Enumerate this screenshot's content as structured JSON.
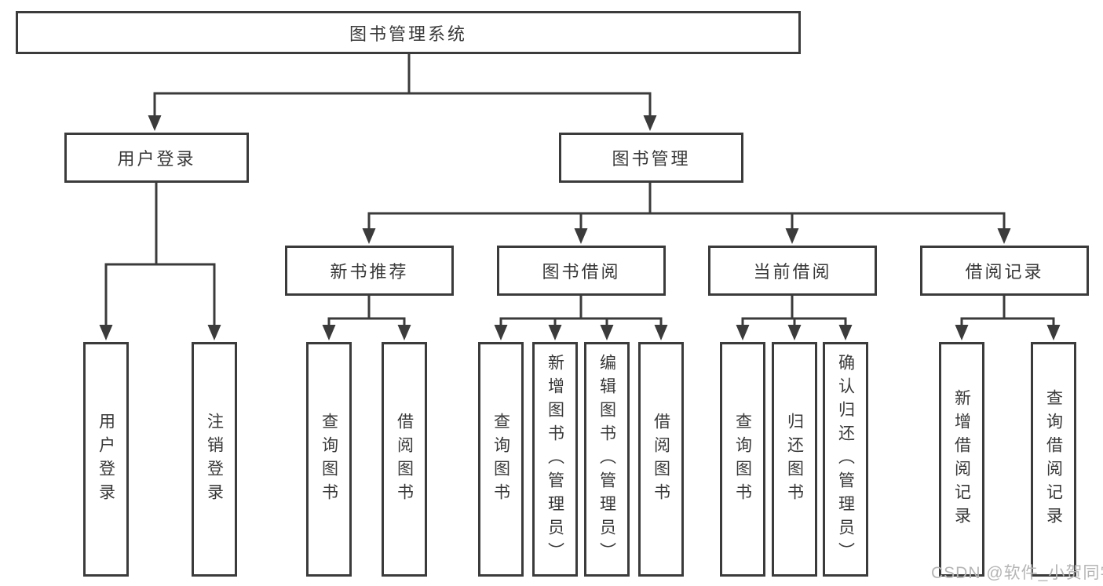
{
  "tree": {
    "root": {
      "label": "图书管理系统"
    },
    "branches": [
      {
        "label": "用户登录",
        "children": [
          {
            "label": "用户登录"
          },
          {
            "label": "注销登录"
          }
        ]
      },
      {
        "label": "图书管理",
        "children": [
          {
            "label": "新书推荐",
            "children": [
              {
                "label": "查询图书"
              },
              {
                "label": "借阅图书"
              }
            ]
          },
          {
            "label": "图书借阅",
            "children": [
              {
                "label": "查询图书"
              },
              {
                "label": "新增图书（管理员）"
              },
              {
                "label": "编辑图书（管理员）"
              },
              {
                "label": "借阅图书"
              }
            ]
          },
          {
            "label": "当前借阅",
            "children": [
              {
                "label": "查询图书"
              },
              {
                "label": "归还图书"
              },
              {
                "label": "确认归还（管理员）"
              }
            ]
          },
          {
            "label": "借阅记录",
            "children": [
              {
                "label": "新增借阅记录"
              },
              {
                "label": "查询借阅记录"
              }
            ]
          }
        ]
      }
    ]
  },
  "watermark": {
    "text": "CSDN @软件_小贺同学"
  },
  "colors": {
    "line": "#3b3b3b",
    "box_background": "#ffffff",
    "text": "#383838",
    "watermark": "#b5b5b5"
  }
}
